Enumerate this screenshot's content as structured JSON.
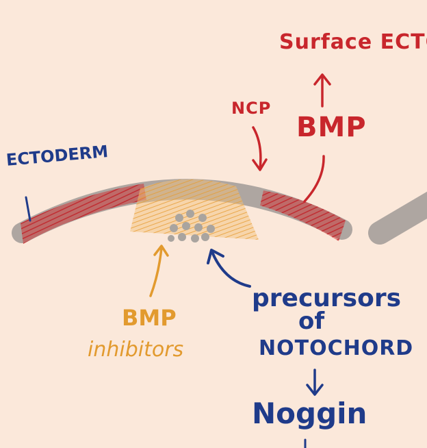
{
  "labels": {
    "surface_ecto": "Surface ECTO",
    "ncp": "NCP",
    "bmp_signal": "BMP",
    "ectoderm": "ECTODERM",
    "bmp_inhibitors_line1": "BMP",
    "bmp_inhibitors_line2": "inhibitors",
    "precursors_line1": "precursors",
    "precursors_line2": "of",
    "precursors_line3": "NOTOCHORD",
    "noggin": "Noggin"
  },
  "colors": {
    "background": "#fbe8da",
    "ectoderm_band": "#a59f9a",
    "red_annotation": "#c8262c",
    "blue_annotation": "#1f3b8a",
    "orange_annotation": "#e29a2e",
    "dots": "#a9a49f"
  }
}
